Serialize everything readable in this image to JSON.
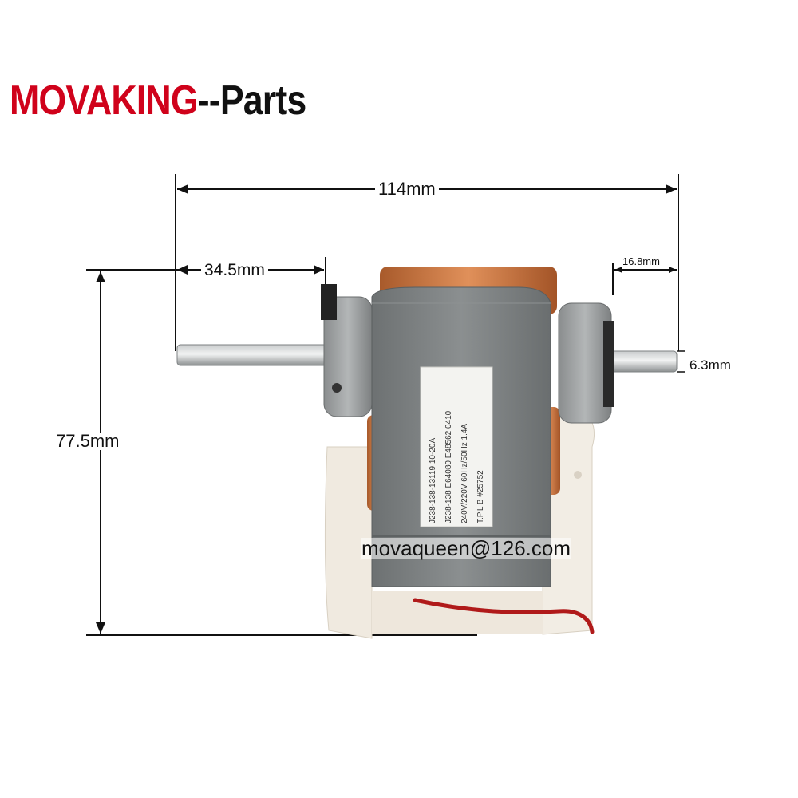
{
  "brand": {
    "part1": "MOVAKING",
    "part2": "--Parts"
  },
  "dimensions": {
    "overall_length": "114mm",
    "left_shaft_length": "34.5mm",
    "right_shaft_length": "16.8mm",
    "shaft_diameter": "6.3mm",
    "height": "77.5mm"
  },
  "label_lines": [
    "J238-138-13119   10-20A",
    "J238-138  E64080  E48562   0410",
    "240V/220V  60Hz/50Hz  1.4A",
    "T.P.L   B   #25752"
  ],
  "watermark": "movaqueen@126.com",
  "colors": {
    "brand_red": "#d0021b",
    "copper": "#c8733c",
    "steel": "#7b7f80",
    "wire": "#b01a1a"
  }
}
